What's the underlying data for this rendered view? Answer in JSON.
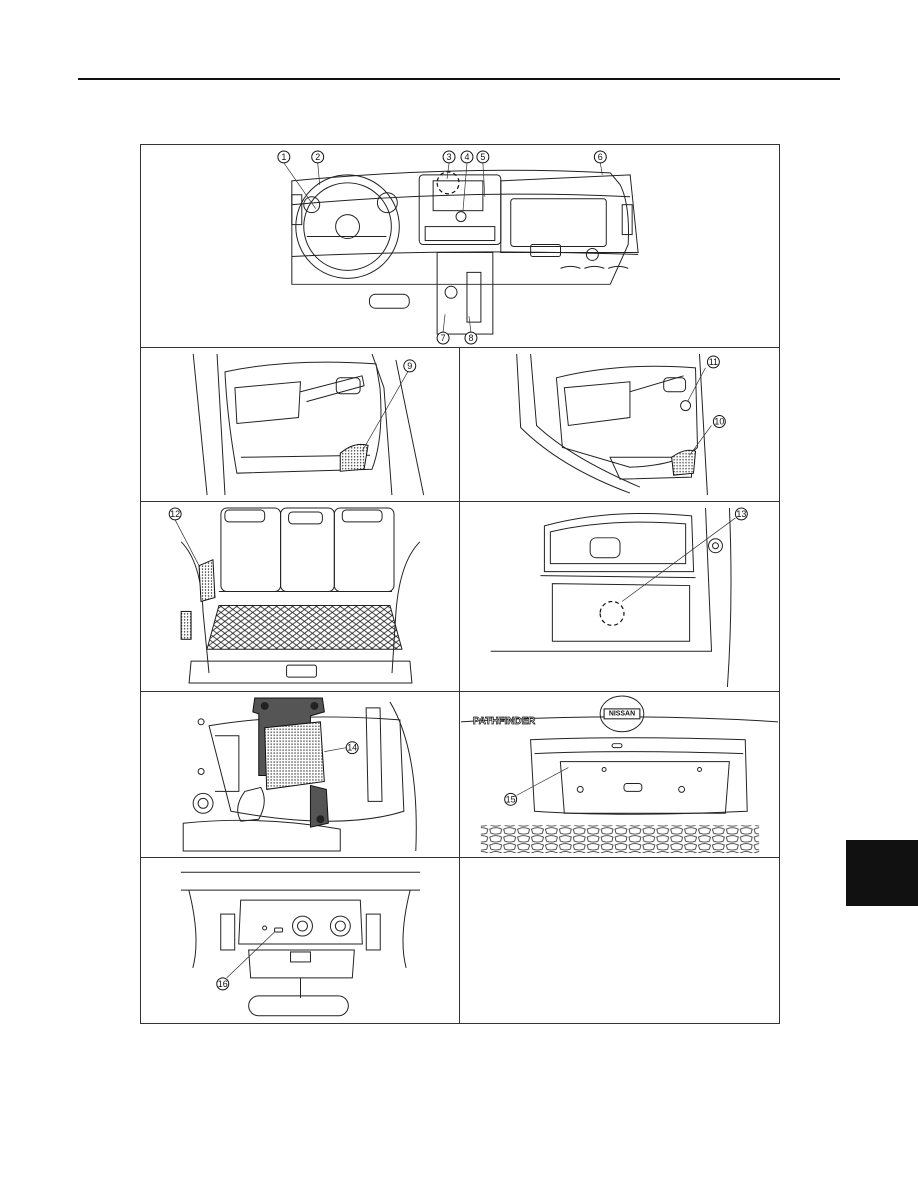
{
  "callouts": {
    "c1": "1",
    "c2": "2",
    "c3": "3",
    "c4": "4",
    "c5": "5",
    "c6": "6",
    "c7": "7",
    "c8": "8",
    "c9": "9",
    "c10": "10",
    "c11": "11",
    "c12": "12",
    "c13": "13",
    "c14": "14",
    "c15": "15",
    "c16": "16"
  },
  "labels": {
    "pathfinder": "PATHFINDER",
    "nissan": "NISSAN"
  },
  "colors": {
    "ink": "#111111",
    "tab": "#111111"
  }
}
